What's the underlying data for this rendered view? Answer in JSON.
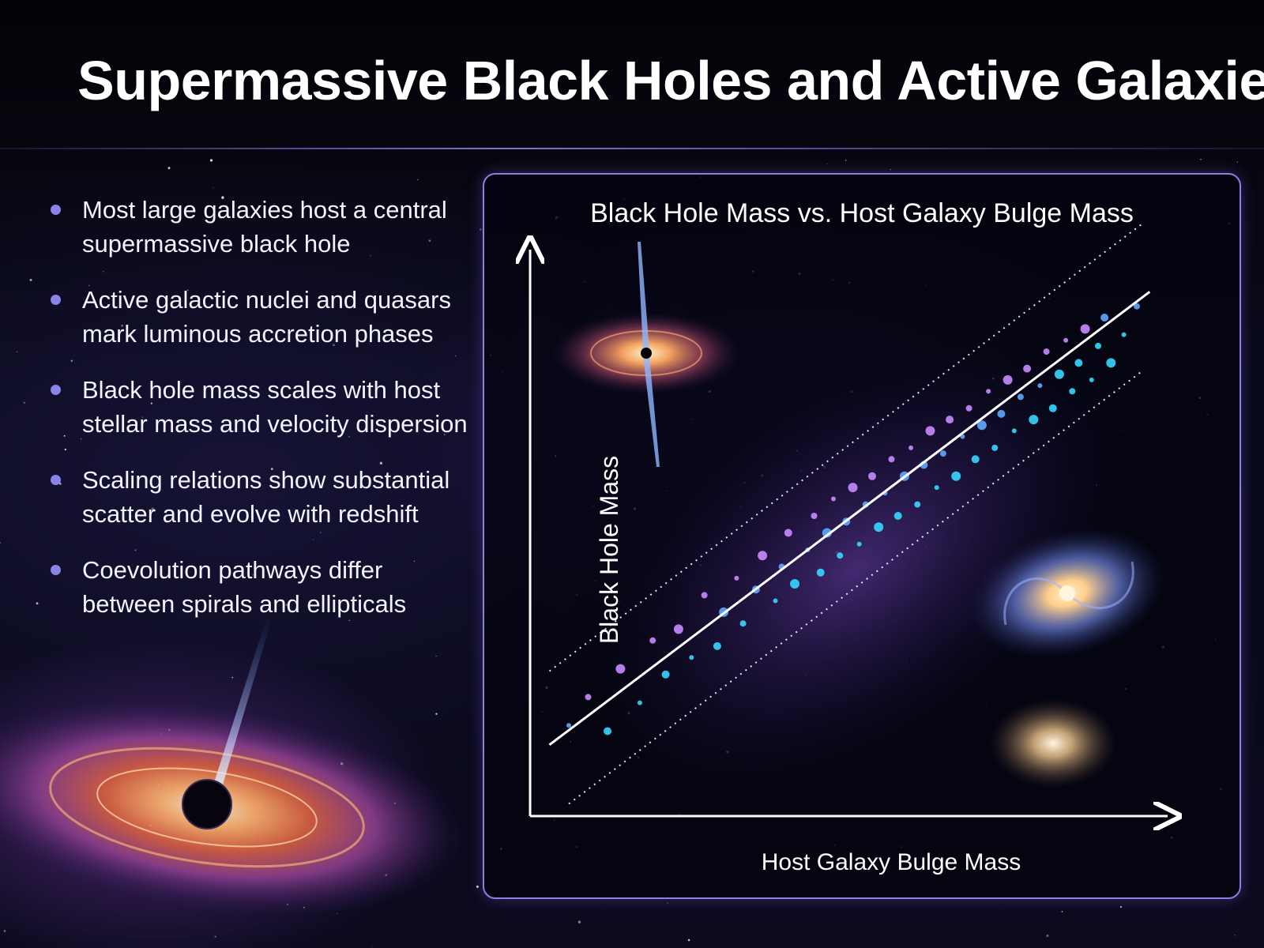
{
  "title": "Supermassive Black Holes and Active Galaxies",
  "bullets": [
    "Most large galaxies host a central supermassive black hole",
    "Active galactic nuclei and quasars mark luminous accretion phases",
    "Black hole mass scales with host stellar mass and velocity dispersion",
    "Scaling relations show substantial scatter and evolve with redshift",
    "Coevolution pathways differ between spirals and ellipticals"
  ],
  "colors": {
    "accent": "#8c7fe0",
    "bullet": "#8a84e8",
    "point_violet": "#c98bff",
    "point_blue": "#5fa8ff",
    "point_cyan": "#39d6ff",
    "fit_line": "#ffffff"
  },
  "icons": [
    "quasar-jet-icon",
    "spiral-galaxy-icon",
    "elliptical-galaxy-icon",
    "black-hole-accretion-disk-icon"
  ],
  "chart_data": {
    "type": "scatter",
    "title": "Black Hole Mass vs. Host Galaxy Bulge Mass",
    "xlabel": "Host Galaxy Bulge Mass",
    "ylabel": "Black Hole Mass",
    "xlim": [
      0,
      10
    ],
    "ylim": [
      0,
      10
    ],
    "grid": false,
    "legend": "none",
    "tick_labels": false,
    "fit_line": {
      "slope": 0.86,
      "intercept": 1.0,
      "style": "solid"
    },
    "scatter_bands": [
      {
        "offset": 1.3,
        "style": "dotted"
      },
      {
        "offset": -1.3,
        "style": "dotted"
      }
    ],
    "series": [
      {
        "x": [
          0.6,
          0.9,
          1.2,
          1.4,
          1.7,
          1.9,
          2.1,
          2.3,
          2.5,
          2.7,
          2.9,
          3.0,
          3.2,
          3.3,
          3.5,
          3.6,
          3.8,
          3.9,
          4.0,
          4.1,
          4.3,
          4.4,
          4.5,
          4.6,
          4.7,
          4.8,
          4.9,
          5.0,
          5.1,
          5.2,
          5.3,
          5.4,
          5.5,
          5.6,
          5.7,
          5.8,
          5.9,
          6.0,
          6.1,
          6.2,
          6.3,
          6.4,
          6.5,
          6.6,
          6.7,
          6.8,
          6.9,
          7.0,
          7.1,
          7.2,
          7.3,
          7.4,
          7.5,
          7.6,
          7.7,
          7.8,
          7.9,
          8.0,
          8.1,
          8.2,
          8.3,
          8.4,
          8.5,
          8.6,
          8.7,
          8.8,
          8.9,
          9.0,
          9.2,
          9.4
        ],
        "y": [
          1.6,
          2.1,
          1.5,
          2.6,
          2.0,
          3.1,
          2.5,
          3.3,
          2.8,
          3.9,
          3.0,
          3.6,
          4.2,
          3.4,
          4.0,
          4.6,
          3.8,
          4.4,
          5.0,
          4.1,
          4.7,
          5.3,
          4.3,
          5.0,
          5.6,
          4.6,
          5.2,
          5.8,
          4.8,
          5.5,
          6.0,
          5.1,
          5.7,
          6.3,
          5.3,
          6.0,
          6.5,
          5.5,
          6.2,
          6.8,
          5.8,
          6.4,
          7.0,
          6.0,
          6.7,
          7.2,
          6.3,
          6.9,
          7.5,
          6.5,
          7.1,
          7.7,
          6.8,
          7.4,
          7.9,
          7.0,
          7.6,
          8.2,
          7.2,
          7.8,
          8.4,
          7.5,
          8.0,
          8.6,
          7.7,
          8.3,
          8.8,
          8.0,
          8.5,
          9.0
        ]
      }
    ]
  }
}
